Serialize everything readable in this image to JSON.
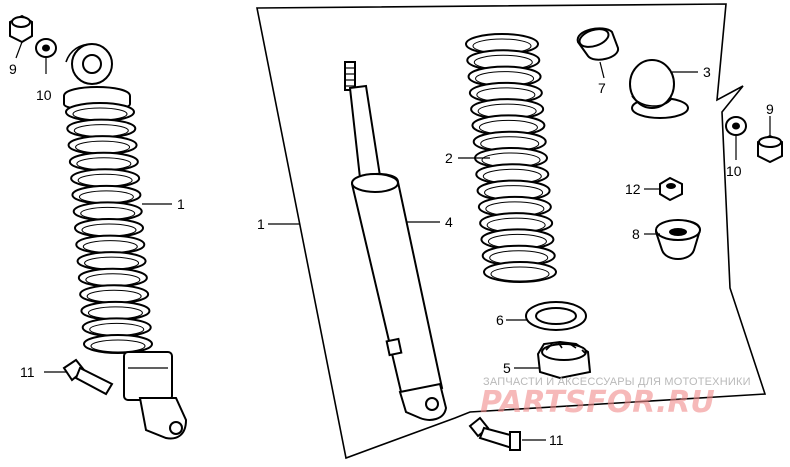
{
  "callouts": {
    "left_nut": "9",
    "left_washer": "10",
    "left_assembly": "1",
    "left_bolt": "11",
    "frame_assembly": "1",
    "damper": "4",
    "spring": "2",
    "cap": "7",
    "rubber_bushing": "3",
    "right_washer": "10",
    "right_nut": "9",
    "lock_nut": "12",
    "spring_seat": "8",
    "seat_ring": "6",
    "adjuster": "5",
    "bottom_bolt": "11"
  },
  "watermark": {
    "caption": "ЗАПЧАСТИ И АКСЕССУАРЫ ДЛЯ МОТОТЕХНИКИ",
    "site": "PARTSFOR.RU"
  }
}
